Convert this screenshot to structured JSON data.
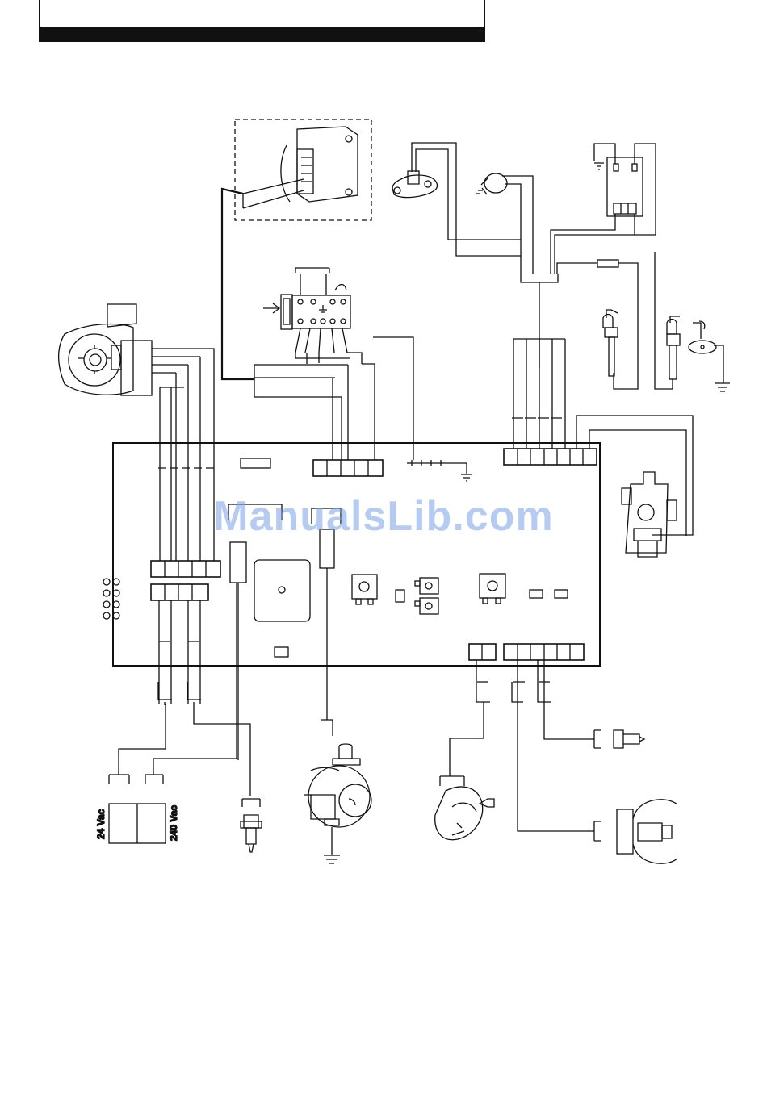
{
  "watermark": "ManualsLib.com",
  "labels": {
    "transformer_low": "24 Vac",
    "transformer_high": "240 Vac"
  },
  "colors": {
    "line": "#111111",
    "watermark": "#6f9fe6"
  },
  "components": [
    "ignition-unit-icon",
    "overheat-thermostat-icon",
    "thermal-fuse-icon",
    "condensate-sensor-icon",
    "air-pressure-switch-icon",
    "fan-motor-icon",
    "ignition-electrode-icon",
    "detection-electrode-icon",
    "gas-valve-icon",
    "control-pcb",
    "transformer-icon",
    "pump-icon",
    "temperature-sensor-icon",
    "pressure-sensor-icon",
    "flow-sensor-icon",
    "hall-flow-sensor-icon",
    "earth-symbol-icon"
  ]
}
